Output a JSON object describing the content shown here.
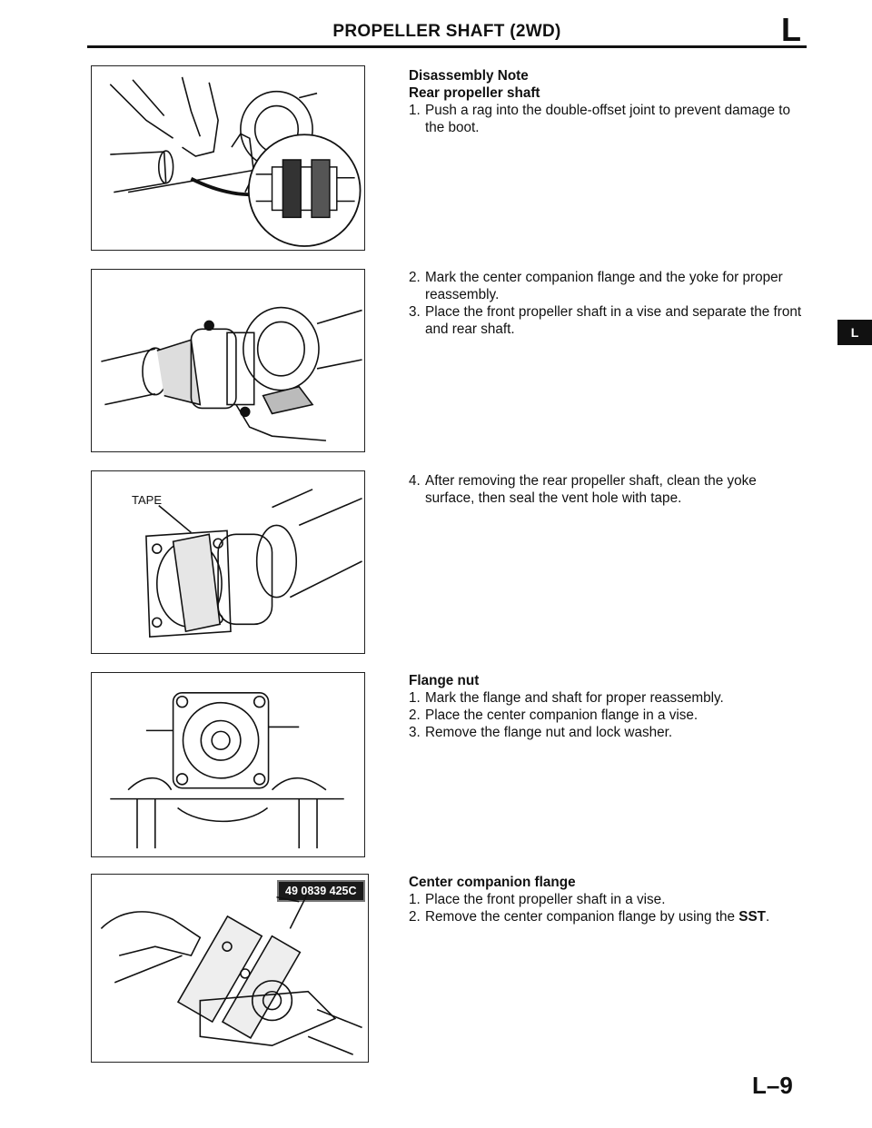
{
  "header": {
    "title": "PROPELLER SHAFT (2WD)",
    "section_letter": "L"
  },
  "side_tab": "L",
  "figures": {
    "fig3": {
      "callout": "TAPE"
    },
    "fig5": {
      "tool_label": "49 0839 425C"
    }
  },
  "sections": [
    {
      "heading_lines": [
        "Disassembly Note",
        "Rear propeller shaft"
      ],
      "steps": [
        {
          "num": "1.",
          "text": "Push a rag into the double-offset joint to prevent damage to the boot."
        }
      ]
    },
    {
      "heading_lines": [],
      "steps": [
        {
          "num": "2.",
          "text": "Mark the center companion flange and the yoke for proper reassembly."
        },
        {
          "num": "3.",
          "text": "Place the front propeller shaft in a vise and separate the front and rear shaft."
        }
      ]
    },
    {
      "heading_lines": [],
      "steps": [
        {
          "num": "4.",
          "text": "After removing the rear propeller shaft, clean the yoke surface, then seal the vent hole with tape."
        }
      ]
    },
    {
      "heading_lines": [
        "Flange nut"
      ],
      "steps": [
        {
          "num": "1.",
          "text": "Mark the flange and shaft for proper reassembly."
        },
        {
          "num": "2.",
          "text": "Place the center companion flange in a vise."
        },
        {
          "num": "3.",
          "text": "Remove the flange nut and lock washer."
        }
      ]
    },
    {
      "heading_lines": [
        "Center companion flange"
      ],
      "steps": [
        {
          "num": "1.",
          "text": "Place the front propeller shaft in a vise."
        },
        {
          "num": "2.",
          "text": "Remove the center companion flange by using the ",
          "bold": "SST",
          "after": "."
        }
      ]
    }
  ],
  "footer": {
    "page_number": "L–9"
  }
}
